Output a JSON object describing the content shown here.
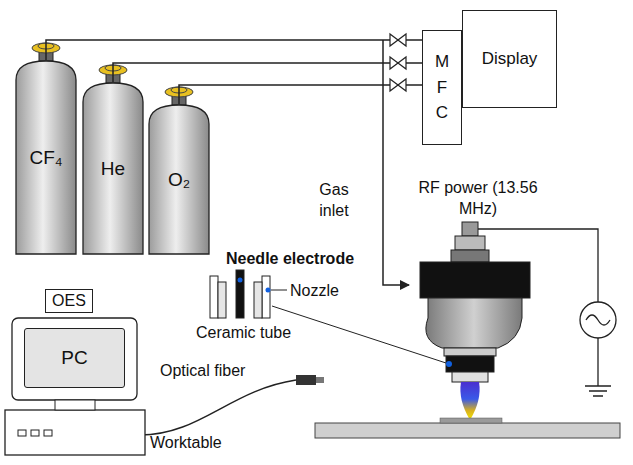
{
  "diagram": {
    "nodes": [
      {
        "text": [
          "CF₄"
        ]
      },
      {
        "text": [
          "He"
        ]
      },
      {
        "text": [
          "O₂"
        ]
      },
      {
        "text": [
          "MFC"
        ]
      },
      {
        "text": [
          "Display"
        ]
      },
      {
        "text": [
          "OES"
        ]
      },
      {
        "text": [
          "PC"
        ]
      }
    ],
    "edges": [
      {
        "from": 0,
        "to": 3,
        "arrow": "none"
      },
      {
        "from": 1,
        "to": 3,
        "arrow": "none"
      },
      {
        "from": 2,
        "to": 3,
        "arrow": "none"
      }
    ],
    "labels": [
      "Gas inlet",
      "RF power (13.56 MHz)",
      "Needle electrode",
      "Nozzle",
      "Ceramic tube",
      "Optical fiber",
      "Worktable"
    ]
  }
}
